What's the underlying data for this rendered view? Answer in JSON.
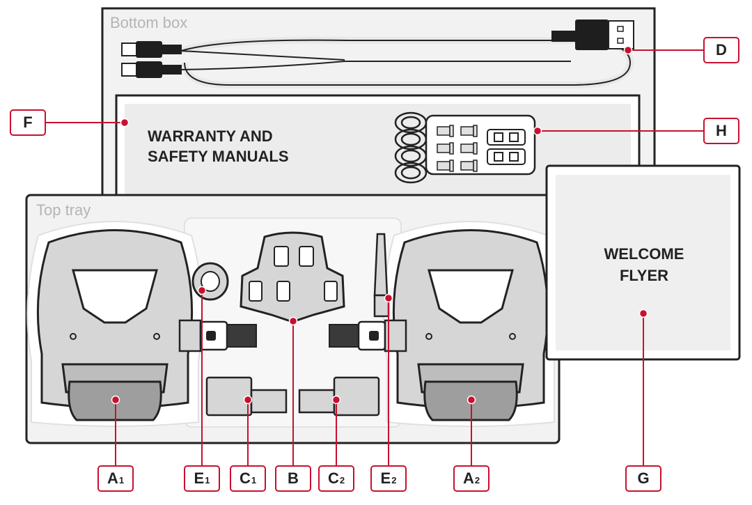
{
  "boxes": {
    "bottom": "Bottom box",
    "top": "Top tray"
  },
  "manuals": {
    "line1": "WARRANTY AND",
    "line2": "SAFETY MANUALS"
  },
  "flyer": {
    "line1": "WELCOME",
    "line2": "FLYER"
  },
  "labels": {
    "A1": {
      "letter": "A",
      "sub": "1"
    },
    "E1": {
      "letter": "E",
      "sub": "1"
    },
    "C1": {
      "letter": "C",
      "sub": "1"
    },
    "B": {
      "letter": "B",
      "sub": ""
    },
    "C2": {
      "letter": "C",
      "sub": "2"
    },
    "E2": {
      "letter": "E",
      "sub": "2"
    },
    "A2": {
      "letter": "A",
      "sub": "2"
    },
    "G": {
      "letter": "G",
      "sub": ""
    },
    "D": {
      "letter": "D",
      "sub": ""
    },
    "F": {
      "letter": "F",
      "sub": ""
    },
    "H": {
      "letter": "H",
      "sub": ""
    }
  },
  "colors": {
    "accent": "#c8102e",
    "outline": "#222222",
    "part_fill": "#d6d6d6",
    "tray_fill": "#f2f2f2"
  },
  "icons": [
    "usb-cable-icon",
    "pedal-icon",
    "cleat-icon",
    "spindle-icon",
    "spacer-ring-icon",
    "pedal-tool-icon",
    "screws-washers-icon"
  ]
}
